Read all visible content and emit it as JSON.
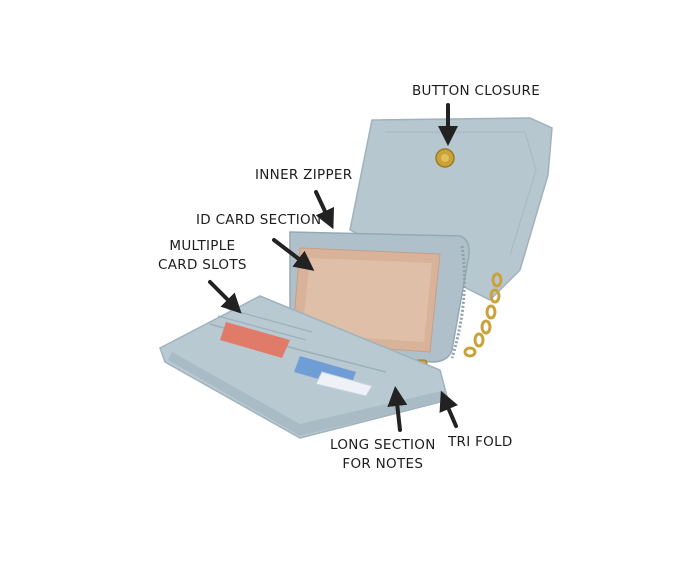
{
  "labels": {
    "button_closure": "BUTTON CLOSURE",
    "inner_zipper": "INNER ZIPPER",
    "id_card_section": "ID CARD SECTION",
    "multiple_card_slots_line1": "MULTIPLE",
    "multiple_card_slots_line2": "CARD SLOTS",
    "long_section_line1": "LONG SECTION",
    "long_section_line2": "FOR NOTES",
    "tri_fold": "TRI FOLD"
  },
  "colors": {
    "background": "#ffffff",
    "wallet_blue": "#b6c6cf",
    "wallet_shadow": "#9cb0ba",
    "lining_tan": "#d9b39b",
    "gold": "#c9a23a",
    "arrow": "#222222",
    "text": "#1d1d1d"
  },
  "icons": [
    "arrow-icon",
    "gold-button-icon",
    "zipper-icon",
    "chain-strap-icon"
  ]
}
